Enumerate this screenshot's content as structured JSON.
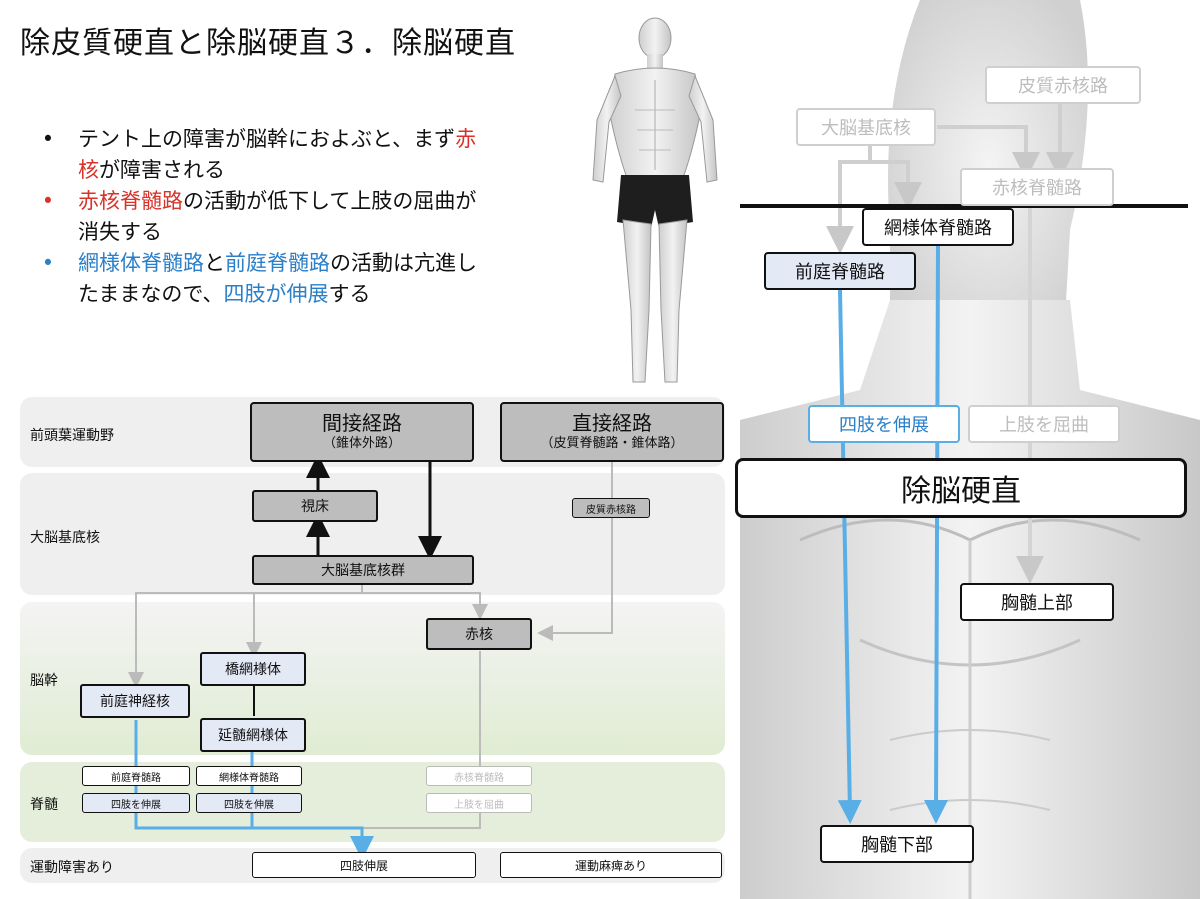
{
  "title": "除皮質硬直と除脳硬直３．除脳硬直",
  "bullets": {
    "b1": {
      "text1": "テント上の障害が脳幹におよぶと、まず",
      "red": "赤核",
      "text2": "が障害される"
    },
    "b2": {
      "red": "赤核脊髄路",
      "text": "の活動が低下して上肢の屈曲が消失する"
    },
    "b3": {
      "blue1": "網様体脊髄路",
      "text1": "と",
      "blue2": "前庭脊髄路",
      "text2": "の活動は亢進したままなので、",
      "blue3": "四肢が伸展",
      "text3": "する"
    }
  },
  "diagram": {
    "bands": {
      "frontal": "前頭葉運動野",
      "basal": "大脳基底核",
      "brainstem": "脳幹",
      "spinal": "脊髄",
      "motor": "運動障害あり"
    },
    "indirect": {
      "title": "間接経路",
      "sub": "（錐体外路）"
    },
    "direct": {
      "title": "直接経路",
      "sub": "（皮質脊髄路・錐体路）"
    },
    "thalamus": "視床",
    "basal_group": "大脳基底核群",
    "corticorubral": "皮質赤核路",
    "red_nucleus": "赤核",
    "pontine": "橋網様体",
    "vestibular_nucleus": "前庭神経核",
    "medullary": "延髄網様体",
    "mini": {
      "vestibulospinal": "前庭脊髄路",
      "reticulospinal": "網様体脊髄路",
      "rubrospinal": "赤核脊髄路",
      "ext1": "四肢を伸展",
      "ext2": "四肢を伸展",
      "flex": "上肢を屈曲"
    },
    "out_extension": "四肢伸展",
    "out_paralysis": "運動麻痺あり"
  },
  "right": {
    "cortical_rubral": "皮質赤核路",
    "basal": "大脳基底核",
    "rubrospinal": "赤核脊髄路",
    "reticulospinal": "網様体脊髄路",
    "vestibulospinal": "前庭脊髄路",
    "limb_extend": "四肢を伸展",
    "upper_flex": "上肢を屈曲",
    "decerebrate": "除脳硬直",
    "upper_thoracic": "胸髄上部",
    "lower_thoracic": "胸髄下部"
  },
  "colors": {
    "red": "#d8332a",
    "blue": "#2a7fc8",
    "line_blue": "#5aaee6",
    "gray": "#bdbdbd"
  }
}
